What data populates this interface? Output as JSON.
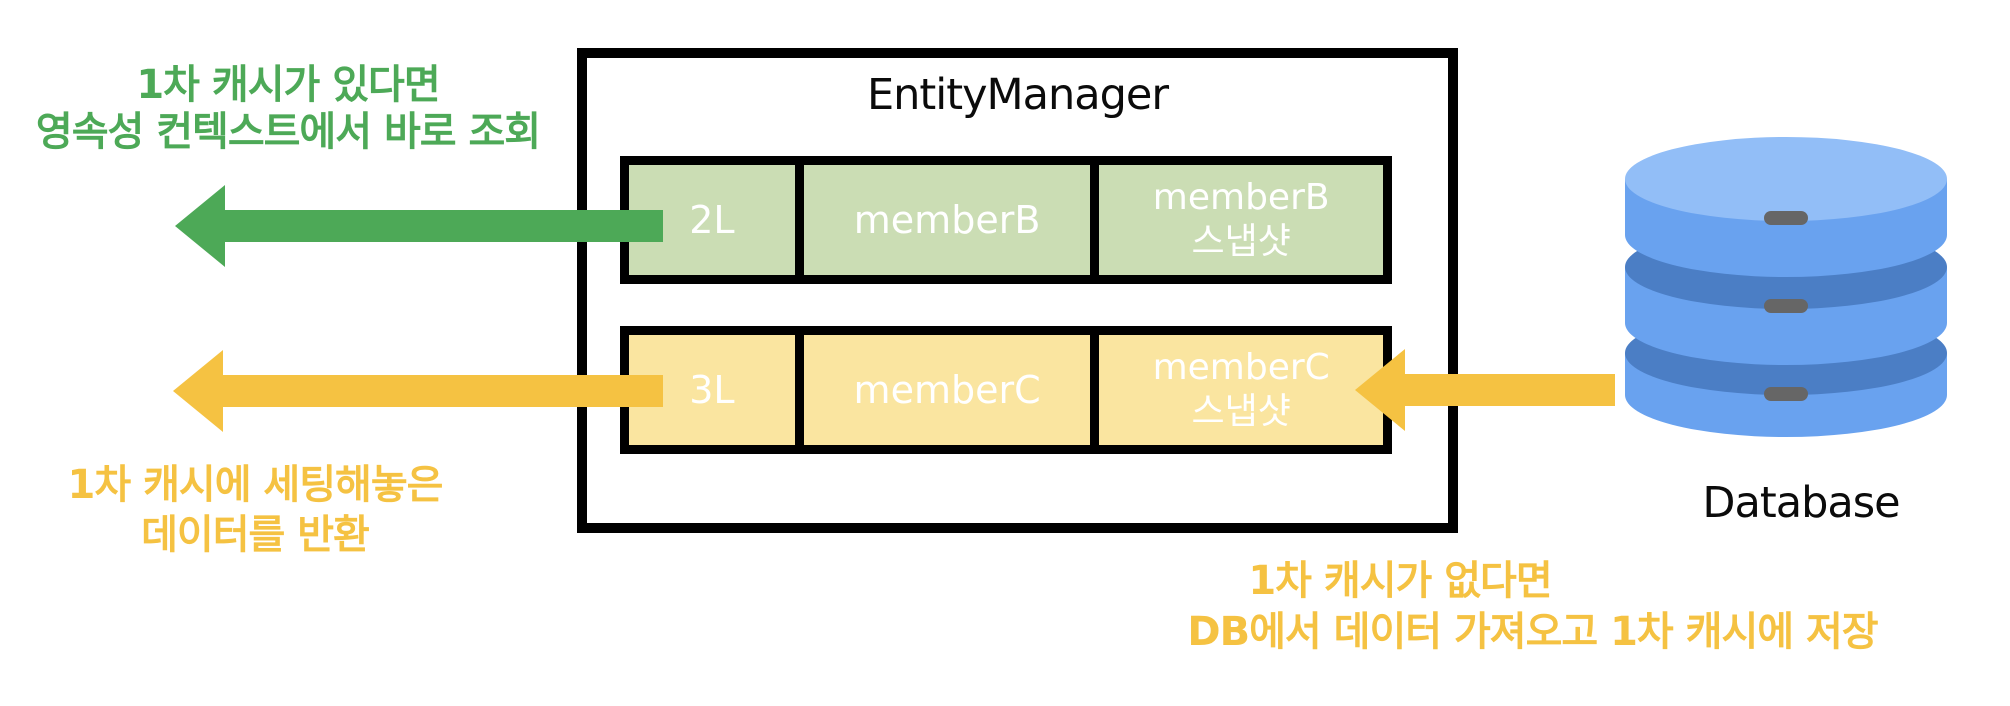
{
  "entity_manager": {
    "title": "EntityManager",
    "rows": [
      {
        "cache_key": "2L",
        "entity": "memberB",
        "snapshot": [
          "memberB",
          "스냅샷"
        ]
      },
      {
        "cache_key": "3L",
        "entity": "memberC",
        "snapshot": [
          "memberC",
          "스냅샷"
        ]
      }
    ]
  },
  "database": {
    "label": "Database"
  },
  "annotations": {
    "cache_hit": {
      "line1": "1차 캐시가 있다면",
      "line2": "영속성 컨텍스트에서 바로 조회"
    },
    "cache_return": {
      "line1": "1차 캐시에 세팅해놓은",
      "line2": "데이터를 반환"
    },
    "cache_miss": {
      "line1": "1차 캐시가 없다면",
      "line2": "DB에서 데이터 가져오고 1차 캐시에 저장"
    }
  },
  "colors": {
    "green_accent": "#4DA957",
    "green_cell": "#CBDDB4",
    "yellow_accent": "#F5C242",
    "yellow_cell": "#FAE5A0",
    "db_blue": "#69A2EF",
    "db_blue_light": "#92BEF7",
    "db_blue_dark": "#4B7EC5",
    "outline": "#000000"
  }
}
